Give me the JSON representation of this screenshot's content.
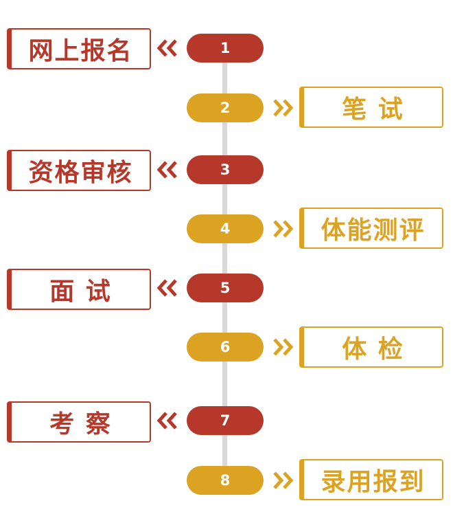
{
  "colors": {
    "red": "#b5382b",
    "gold": "#dca322",
    "line": "#d9d9d9"
  },
  "steps": [
    {
      "number": "1",
      "label": "网上报名",
      "side": "left",
      "color": "red"
    },
    {
      "number": "2",
      "label": "笔 试",
      "side": "right",
      "color": "gold"
    },
    {
      "number": "3",
      "label": "资格审核",
      "side": "left",
      "color": "red"
    },
    {
      "number": "4",
      "label": "体能测评",
      "side": "right",
      "color": "gold"
    },
    {
      "number": "5",
      "label": "面 试",
      "side": "left",
      "color": "red"
    },
    {
      "number": "6",
      "label": "体 检",
      "side": "right",
      "color": "gold"
    },
    {
      "number": "7",
      "label": "考 察",
      "side": "left",
      "color": "red"
    },
    {
      "number": "8",
      "label": "录用报到",
      "side": "right",
      "color": "gold"
    }
  ],
  "icons": {
    "left_arrow": "double-chevron-left-icon",
    "right_arrow": "double-chevron-right-icon"
  }
}
